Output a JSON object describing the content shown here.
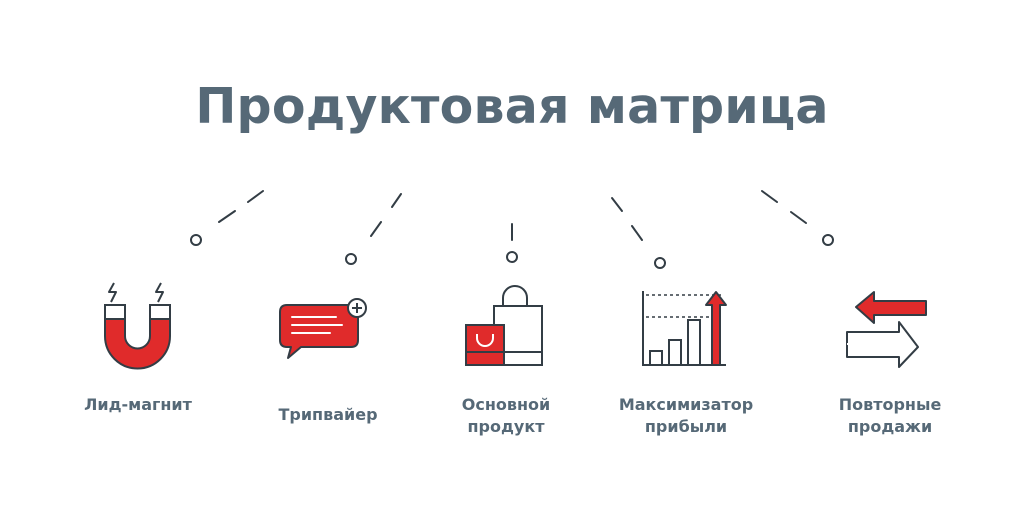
{
  "title": "Продуктовая матрица",
  "colors": {
    "text": "#566977",
    "accent": "#e02b2b",
    "outline": "#333d45"
  },
  "items": [
    {
      "label": "Лид-магнит",
      "icon": "magnet-icon"
    },
    {
      "label": "Трипвайер",
      "icon": "chat-bubble-plus-icon"
    },
    {
      "label": "Основной\nпродукт",
      "icon": "shopping-bags-icon"
    },
    {
      "label": "Максимизатор\nприбыли",
      "icon": "growth-chart-icon"
    },
    {
      "label": "Повторные\nпродажи",
      "icon": "repeat-arrows-icon"
    }
  ]
}
